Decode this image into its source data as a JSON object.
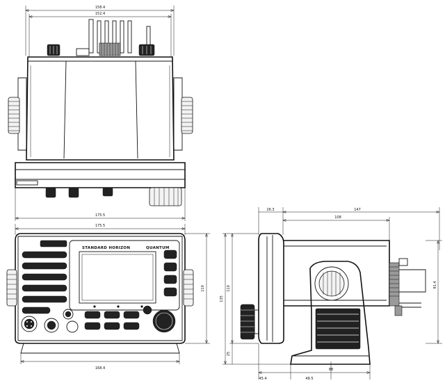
{
  "brand": {
    "maker": "STANDARD HORIZON",
    "model": "QUANTUM"
  },
  "dimensions": {
    "top_overall": "158.4",
    "top_inner": "152.4",
    "top_bottom": "175.5",
    "front_width": "175.5",
    "front_bottom": "168.4",
    "front_height": "110",
    "side_bezel": "26.3",
    "side_total": "147",
    "side_body": "108",
    "side_height": "135",
    "side_bracket": "25",
    "side_right": "91.4",
    "side_bottom_left": "45.4",
    "side_bottom_mid": "48.5",
    "side_bottom_total": "88"
  }
}
